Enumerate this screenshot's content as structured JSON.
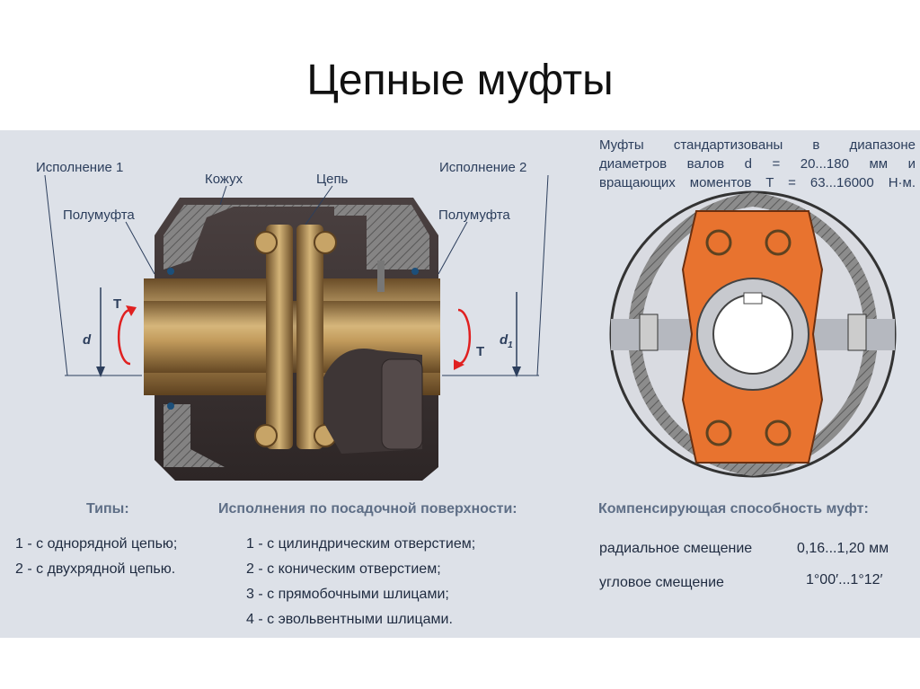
{
  "title": "Цепные муфты",
  "labels": {
    "execution1": "Исполнение 1",
    "execution2": "Исполнение 2",
    "casing": "Кожух",
    "chain": "Цепь",
    "half_coupling_left": "Полумуфта",
    "half_coupling_right": "Полумуфта",
    "torque_left": "T",
    "torque_right": "T",
    "diameter": "d",
    "diameter1": "d",
    "diameter1_sub": "1"
  },
  "note": [
    "Муфты стандартизованы в диапазоне",
    "диаметров валов d = 20...180 мм и",
    "вращающих моментов T = 63...16000 Н·м."
  ],
  "types": {
    "header": "Типы:",
    "items": [
      "1 - с однорядной цепью;",
      "2 - с двухрядной цепью."
    ]
  },
  "executions": {
    "header": "Исполнения по посадочной поверхности:",
    "items": [
      "1 - с цилиндрическим отверстием;",
      "2 - с коническим отверстием;",
      "3 - с прямобочными шлицами;",
      "4 - с эвольвентными шлицами."
    ]
  },
  "compensation": {
    "header": "Компенсирующая способность муфт:",
    "radial_label": "радиальное смещение",
    "radial_value": "0,16...1,20 мм",
    "angular_label": "угловое смещение",
    "angular_value": "1°00′...1°12′"
  }
}
